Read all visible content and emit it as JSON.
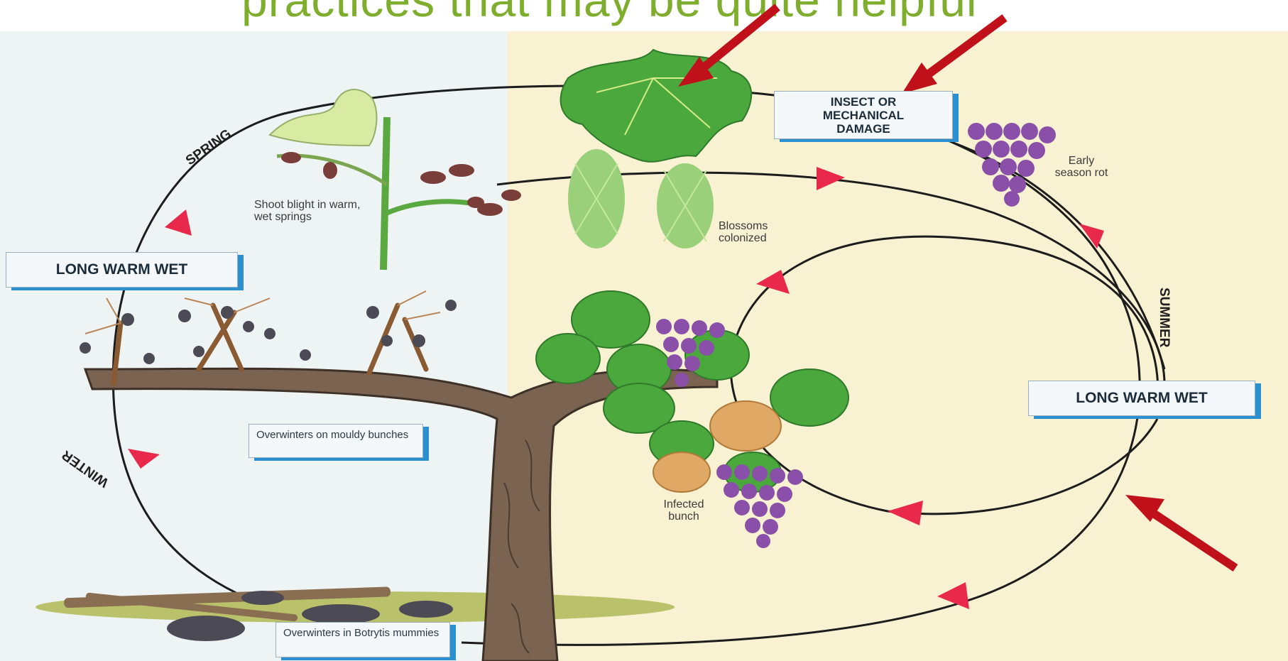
{
  "banner": {
    "text": "practices that may be quite helpful"
  },
  "boxes": {
    "spring_condition": "LONG WARM WET",
    "summer_condition": "LONG WARM WET",
    "insect_damage": "INSECT OR MECHANICAL DAMAGE",
    "overwinters_bunches": "Overwinters on mouldy bunches",
    "overwinters_mummies": "Overwinters in Botrytis mummies"
  },
  "notes": {
    "shoot_blight": "Shoot blight in warm, wet springs",
    "blossoms": "Blossoms colonized",
    "early_rot": "Early season rot",
    "infected_bunch": "Infected bunch"
  },
  "seasons": {
    "spring": "SPRING",
    "summer": "SUMMER",
    "winter": "WINTER"
  },
  "colors": {
    "cycle_arrow": "#e8294b",
    "callout_arrow": "#c0101a",
    "box_shadow": "#2b8fd0",
    "banner_text": "#7fae2e",
    "leaf_green": "#4aa83c",
    "grape_purple": "#8a4fa8",
    "trunk_brown": "#7a6350"
  },
  "icons": [
    "grape-leaf-icon",
    "grape-cluster-icon",
    "vine-trunk-icon",
    "blossom-icon",
    "callout-arrow-icon",
    "cycle-arrowhead-icon"
  ]
}
